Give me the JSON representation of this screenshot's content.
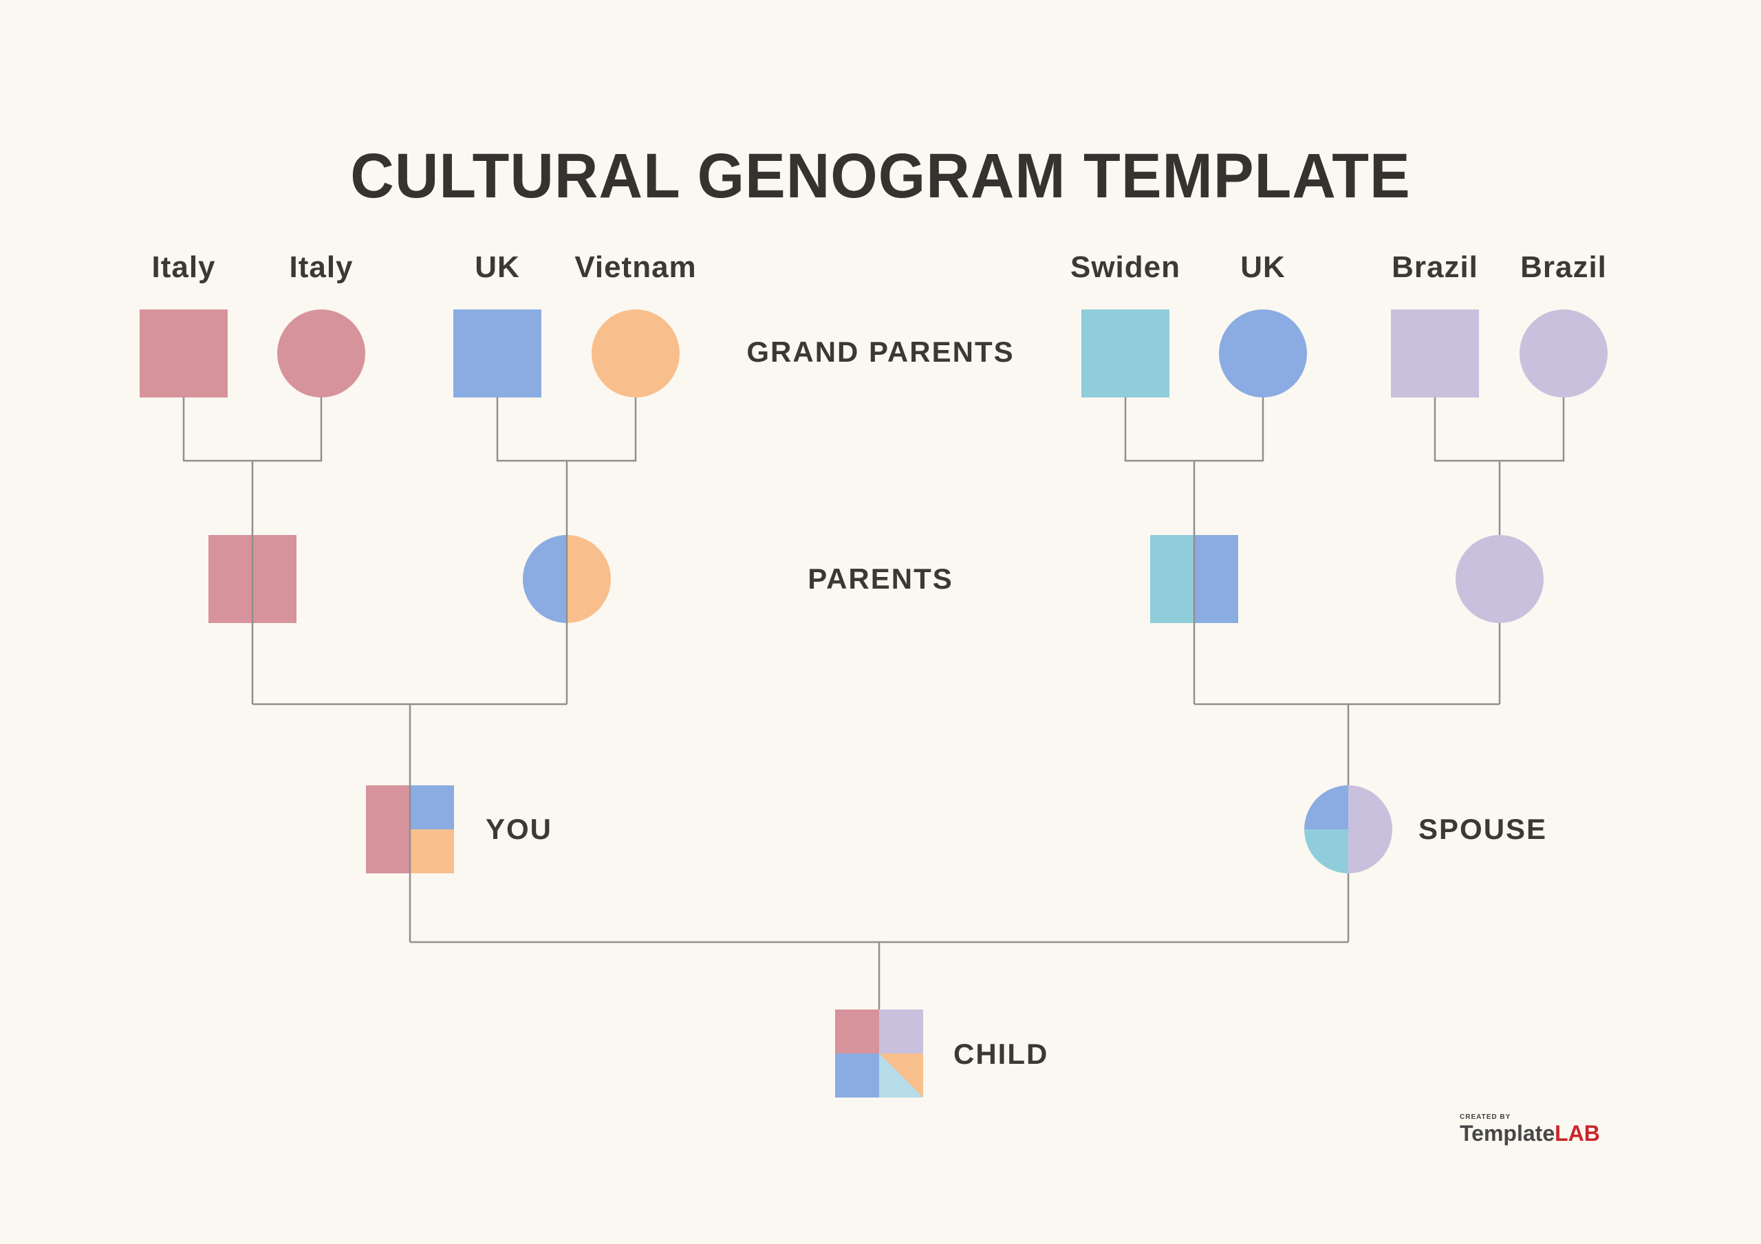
{
  "title": "CULTURAL GENOGRAM TEMPLATE",
  "row_labels": {
    "grandparents": "GRAND PARENTS",
    "parents": "PARENTS"
  },
  "person_labels": {
    "you": "YOU",
    "spouse": "SPOUSE",
    "child": "CHILD"
  },
  "grandparents": [
    {
      "label": "Italy",
      "shape": "square",
      "culture": "italy"
    },
    {
      "label": "Italy",
      "shape": "circle",
      "culture": "italy"
    },
    {
      "label": "UK",
      "shape": "square",
      "culture": "uk"
    },
    {
      "label": "Vietnam",
      "shape": "circle",
      "culture": "vietnam"
    },
    {
      "label": "Swiden",
      "shape": "square",
      "culture": "swiden"
    },
    {
      "label": "UK",
      "shape": "circle",
      "culture": "uk"
    },
    {
      "label": "Brazil",
      "shape": "square",
      "culture": "brazil"
    },
    {
      "label": "Brazil",
      "shape": "circle",
      "culture": "brazil"
    }
  ],
  "parents": [
    {
      "shape": "square",
      "cultures": [
        "italy"
      ]
    },
    {
      "shape": "circle",
      "cultures": [
        "uk",
        "vietnam"
      ]
    },
    {
      "shape": "square",
      "cultures": [
        "swiden",
        "uk"
      ]
    },
    {
      "shape": "circle",
      "cultures": [
        "brazil"
      ]
    }
  ],
  "individuals": {
    "you": {
      "shape": "square",
      "cultures": [
        "italy",
        "uk",
        "vietnam"
      ]
    },
    "spouse": {
      "shape": "circle",
      "cultures": [
        "uk",
        "swiden",
        "brazil"
      ]
    },
    "child": {
      "shape": "square",
      "cultures": [
        "italy",
        "brazil",
        "uk",
        "vietnam",
        "swiden"
      ]
    }
  },
  "culture_colors": {
    "italy": "#d7939b",
    "uk": "#8aace2",
    "vietnam": "#f8bf8c",
    "swiden": "#90cdda",
    "brazil": "#c9c0dd",
    "swiden_light": "#b7dcea"
  },
  "style": {
    "background": "#fbf8f1",
    "line_color": "#8f8f8f",
    "text_color": "#3a3936"
  },
  "footer": {
    "created_by": "CREATED BY",
    "brand_dark": "Template",
    "brand_red": "LAB",
    "brand_red_color": "#c9252b"
  }
}
